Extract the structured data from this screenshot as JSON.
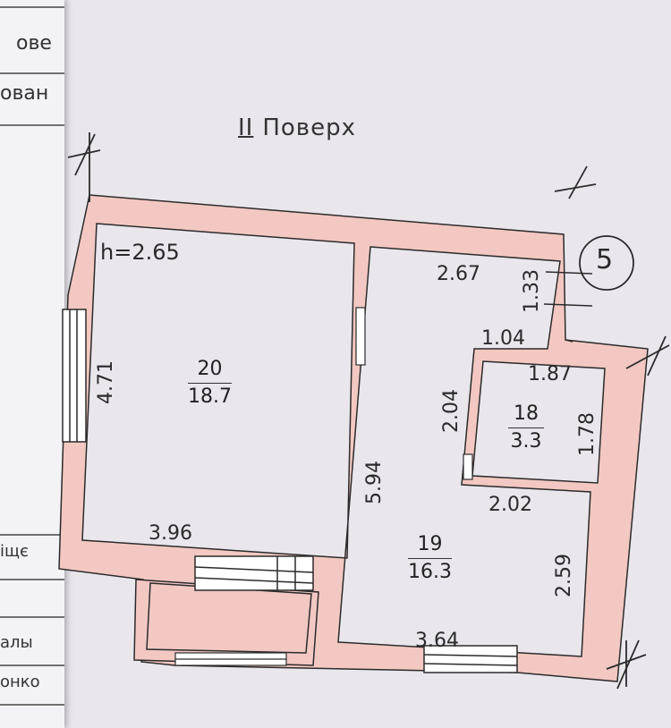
{
  "page_fragments": [
    "ове",
    "ован",
    "іщє",
    "алы",
    "онко"
  ],
  "plan": {
    "title_roman": "II",
    "title_text": "Поверх",
    "ceiling_height": "h=2.65",
    "apartment_number": "5",
    "rooms": [
      {
        "number": "20",
        "area": "18.7"
      },
      {
        "number": "19",
        "area": "16.3"
      },
      {
        "number": "18",
        "area": "3.3"
      }
    ],
    "dimensions": {
      "room20_height": "4.71",
      "room20_width": "3.96",
      "room19_top_width": "2.67",
      "room19_notch_height": "1.33",
      "room19_notch_width": "1.04",
      "room19_height": "5.94",
      "room18_side_left": "2.04",
      "room18_top": "1.87",
      "room18_side_right": "1.78",
      "room19_mid_width": "2.02",
      "room19_right_height": "2.59",
      "room19_bottom_width": "3.64"
    }
  },
  "colors": {
    "wall": "#f3c8c2",
    "wall_edge": "#2b2b2b",
    "paper": "#e9e7ec"
  }
}
